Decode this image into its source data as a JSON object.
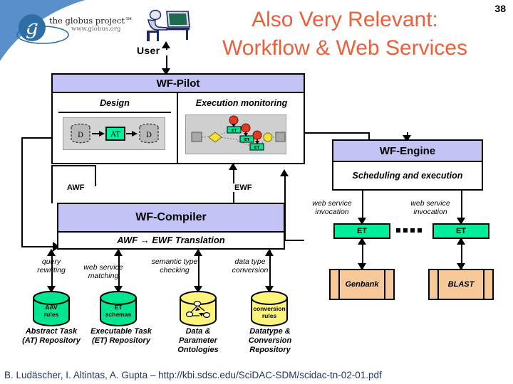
{
  "slide": {
    "number": "38",
    "title_line1": "Also Very Relevant:",
    "title_line2": "Workflow & Web Services",
    "title_color": "#e8603c",
    "footer": "B. Ludäscher, I. Altintas, A. Gupta – http://kbi.sdsc.edu/SciDAC-SDM/scidac-tn-02-01.pdf",
    "footer_color": "#1f3368"
  },
  "logo": {
    "letter": "g",
    "name": "the globus project™",
    "url": "www.globus.org"
  },
  "user": {
    "label": "User",
    "icon": "user-at-computer-icon"
  },
  "wf_pilot": {
    "title": "WF-Pilot",
    "header_color": "#c3c3f5",
    "design": {
      "title": "Design",
      "node_left": "D",
      "node_middle": "AT",
      "node_right": "D"
    },
    "monitoring": {
      "title": "Execution monitoring",
      "nodes": [
        "ET",
        "ET",
        "ET"
      ]
    }
  },
  "wf_engine": {
    "title": "WF-Engine",
    "subtitle": "Scheduling and execution",
    "header_color": "#c3c3f5"
  },
  "wf_compiler": {
    "title": "WF-Compiler",
    "subtitle": "AWF → EWF Translation",
    "header_color": "#c3c3f5"
  },
  "edge_labels": {
    "awf": "AWF",
    "ewf": "EWF",
    "web_service_invocation": "web service\ninvocation"
  },
  "services": {
    "et_label": "ET",
    "et_color": "#00ee99",
    "source_color": "#f6c89a",
    "items": [
      {
        "et": "ET",
        "source": "Genbank"
      },
      {
        "et": "ET",
        "source": "BLAST"
      }
    ]
  },
  "compiler_functions": [
    {
      "label": "query\nrewriting"
    },
    {
      "label": "web service\nmatching"
    },
    {
      "label": "semantic type\nchecking"
    },
    {
      "label": "data type\nconversion"
    }
  ],
  "repositories": [
    {
      "cylinder_label": "AAV\nrules",
      "cylinder_color": "#00e58f",
      "caption": "Abstract Task\n(AT) Repository"
    },
    {
      "cylinder_label": "ET\nschemas",
      "cylinder_color": "#00e58f",
      "caption": "Executable Task\n(ET) Repository"
    },
    {
      "cylinder_label": "",
      "cylinder_color": "#fbf37a",
      "caption": "Data &\nParameter\nOntologies"
    },
    {
      "cylinder_label": "conversion\nrules",
      "cylinder_color": "#fbf37a",
      "caption": "Datatype &\nConversion\nRepository"
    }
  ]
}
